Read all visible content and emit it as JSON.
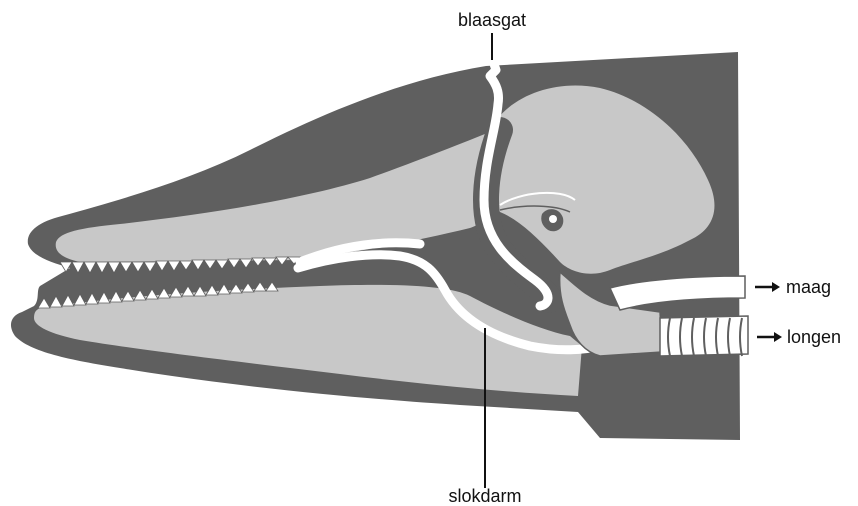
{
  "labels": {
    "blowhole": "blaasgat",
    "esophagus": "slokdarm",
    "stomach": "maag",
    "lungs": "longen"
  },
  "colors": {
    "dark_tissue": "#5f5f5f",
    "bone": "#c8c8c8",
    "tube": "#ffffff",
    "line": "#111111",
    "background": "#ffffff"
  }
}
